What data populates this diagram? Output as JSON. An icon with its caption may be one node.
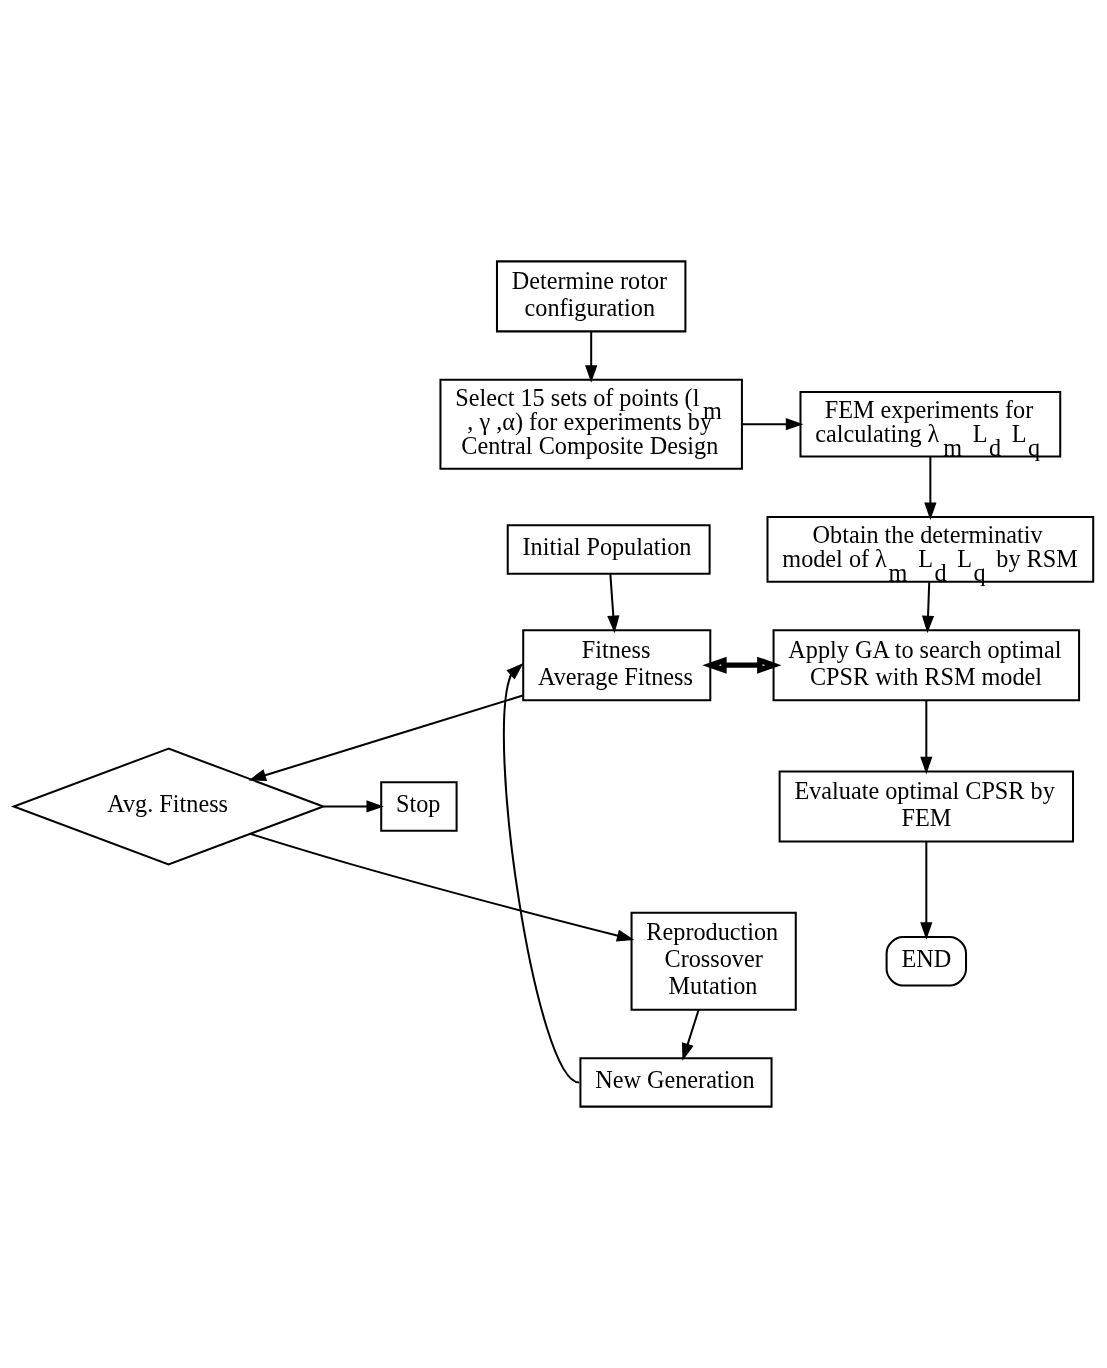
{
  "diagram": {
    "nodes": [
      {
        "text": [
          "Determine rotor configuration"
        ]
      },
      {
        "text": [
          "Select 15 sets of points (l$_{m}$ , γ ,α) for experiments by Central Composite Design"
        ]
      },
      {
        "text": [
          "FEM experiments for calculating λ$_{m}$ L$_{d}$ L$_{q}$"
        ]
      },
      {
        "text": [
          "Obtain the determinativ model of λ$_{m}$ L$_{d}$ L$_{q}$ by RSM"
        ]
      },
      {
        "text": [
          "Initial Population"
        ]
      },
      {
        "text": [
          "Fitness",
          "Average Fitness"
        ]
      },
      {
        "text": [
          "Apply GA to search optimal CPSR with RSM model"
        ]
      },
      {
        "text": [
          "Avg. Fitness"
        ]
      },
      {
        "text": [
          "Stop"
        ]
      },
      {
        "text": [
          "Evaluate optimal CPSR by FEM"
        ]
      },
      {
        "text": [
          "Reproduction",
          "Crossover",
          "Mutation"
        ]
      },
      {
        "text": [
          "END"
        ]
      },
      {
        "text": [
          "New Generation"
        ]
      }
    ],
    "edges": [
      {
        "from": 0,
        "to": 1,
        "arrow": "to"
      },
      {
        "from": 1,
        "to": 2,
        "arrow": "to"
      },
      {
        "from": 2,
        "to": 3,
        "arrow": "to"
      },
      {
        "from": 3,
        "to": 6,
        "arrow": "to"
      },
      {
        "from": 4,
        "to": 5,
        "arrow": "to"
      },
      {
        "from": 5,
        "to": 6,
        "arrow": "both",
        "style": "thick"
      },
      {
        "from": 6,
        "to": 9,
        "arrow": "to"
      },
      {
        "from": 9,
        "to": 11,
        "arrow": "to"
      },
      {
        "from": 5,
        "to": 7,
        "arrow": "to"
      },
      {
        "from": 7,
        "to": 8,
        "arrow": "to"
      },
      {
        "from": 7,
        "to": 10,
        "arrow": "to"
      },
      {
        "from": 10,
        "to": 12,
        "arrow": "to"
      },
      {
        "from": 12,
        "to": 5,
        "arrow": "to"
      }
    ]
  }
}
